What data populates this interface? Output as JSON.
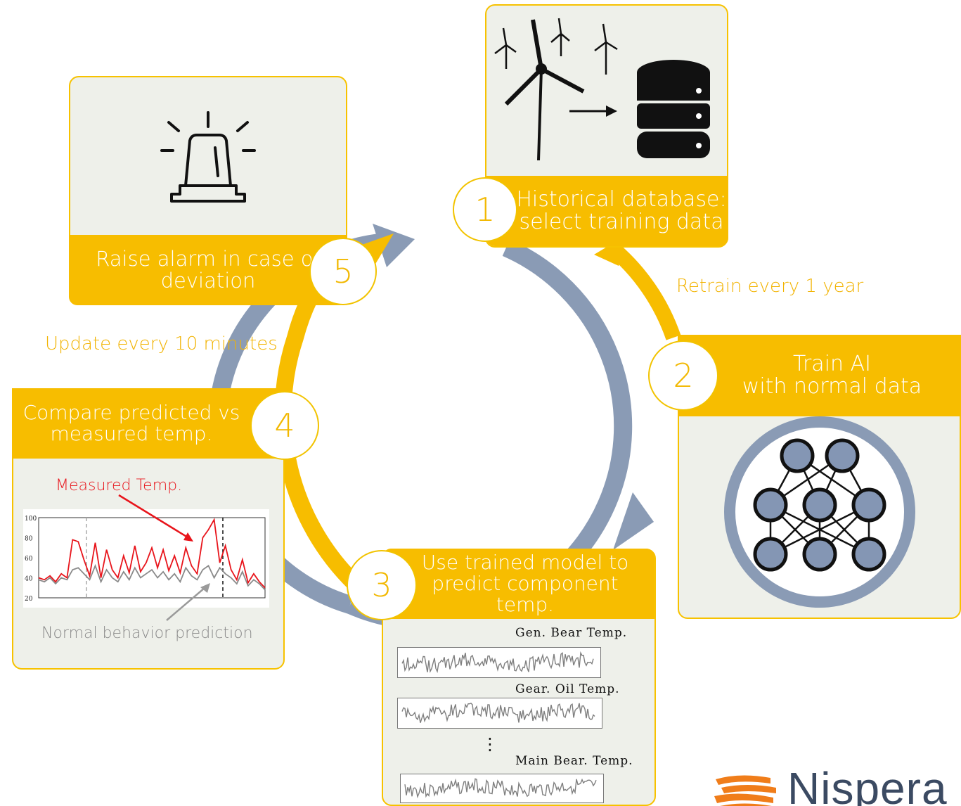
{
  "steps": [
    {
      "number": "1",
      "label_line1": "Historical database:",
      "label_line2": "select training data"
    },
    {
      "number": "2",
      "label_line1": "Train AI",
      "label_line2": "with normal data"
    },
    {
      "number": "3",
      "label_line1": "Use trained model to",
      "label_line2": "predict component",
      "label_line3": "temp."
    },
    {
      "number": "4",
      "label_line1": "Compare predicted vs",
      "label_line2": "measured temp."
    },
    {
      "number": "5",
      "label_line1": "Raise alarm in case of",
      "label_line2": "deviation"
    }
  ],
  "notes": {
    "retrain": "Retrain every 1 year",
    "update": "Update every 10 minutes"
  },
  "chart_panel": {
    "measured_label": "Measured Temp.",
    "prediction_label": "Normal behavior prediction",
    "colors": {
      "measured": "#e8141b",
      "prediction": "#8a8a8a"
    }
  },
  "chart_data": {
    "type": "line",
    "ylim": [
      20,
      100
    ],
    "yticks": [
      "100",
      "80",
      "60",
      "40",
      "20"
    ],
    "series": [
      {
        "name": "Measured Temp.",
        "values": [
          40,
          38,
          42,
          36,
          44,
          40,
          78,
          76,
          58,
          42,
          75,
          40,
          68,
          48,
          40,
          62,
          45,
          72,
          46,
          55,
          70,
          50,
          68,
          47,
          62,
          45,
          70,
          52,
          44,
          80,
          88,
          98,
          55,
          72,
          48,
          38,
          58,
          35,
          44,
          36,
          30
        ]
      },
      {
        "name": "Normal behavior prediction",
        "values": [
          38,
          36,
          40,
          34,
          40,
          38,
          48,
          50,
          44,
          38,
          52,
          36,
          48,
          40,
          36,
          46,
          38,
          50,
          40,
          44,
          48,
          40,
          46,
          38,
          44,
          36,
          50,
          42,
          38,
          48,
          52,
          40,
          50,
          44,
          40,
          34,
          46,
          32,
          38,
          34,
          28
        ]
      }
    ]
  },
  "sensor_series": [
    {
      "label": "Gen. Bear Temp."
    },
    {
      "label": "Gear. Oil Temp."
    },
    {
      "label": "Main Bear. Temp."
    }
  ],
  "ellipsis": "⋮",
  "logo": {
    "text": "Nispera"
  },
  "colors": {
    "accent": "#f7bd00",
    "cycle_arrow": "#8a9bb5",
    "card_bg": "#eef0ea",
    "node_fill": "#8496b4"
  }
}
